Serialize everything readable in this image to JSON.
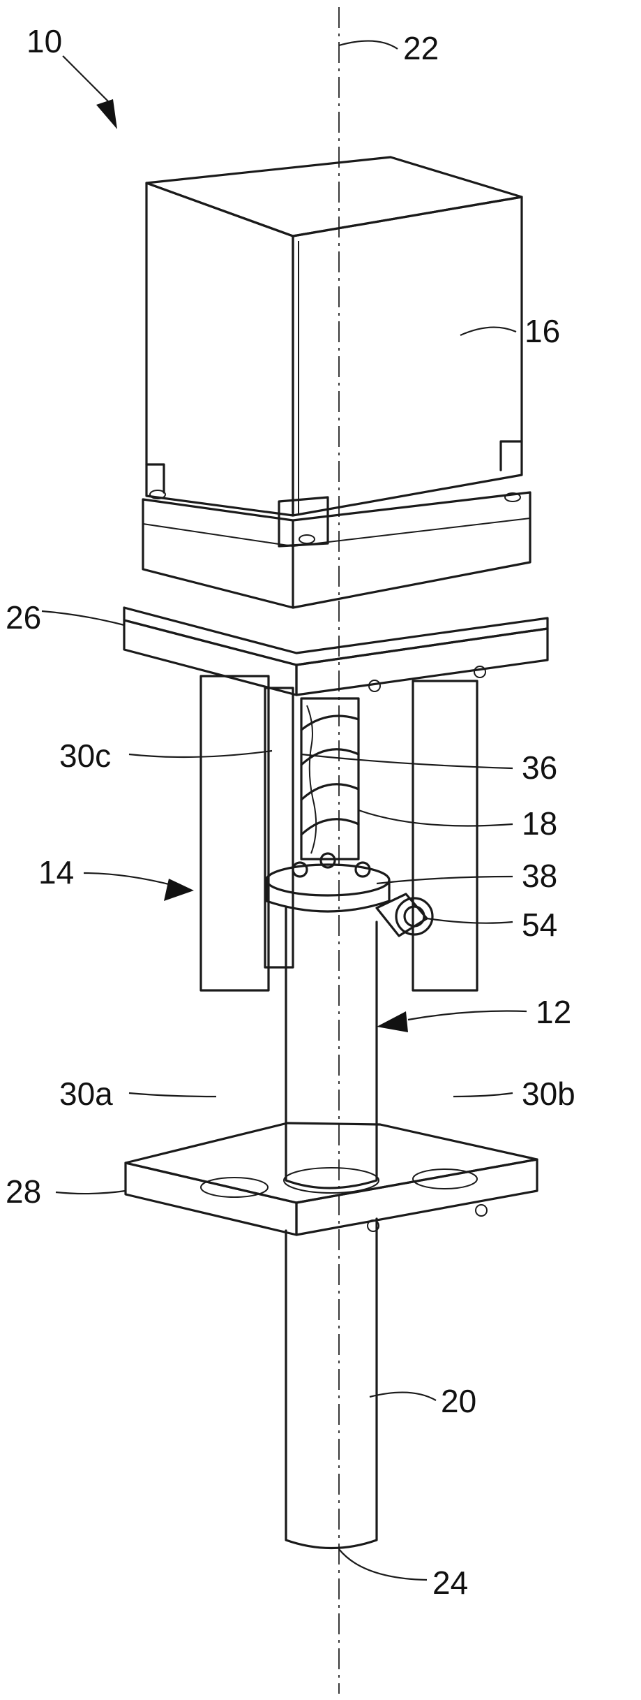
{
  "labels": {
    "l10": "10",
    "l22": "22",
    "l16": "16",
    "l26": "26",
    "l30c": "30c",
    "l36": "36",
    "l18": "18",
    "l14": "14",
    "l38": "38",
    "l54": "54",
    "l12": "12",
    "l30a": "30a",
    "l30b": "30b",
    "l28": "28",
    "l20": "20",
    "l24": "24"
  }
}
